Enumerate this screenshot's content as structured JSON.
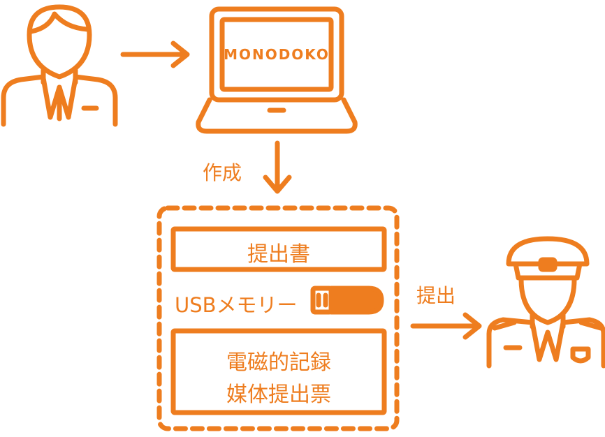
{
  "colors": {
    "accent": "#ee7d1f",
    "background": "#ffffff"
  },
  "icons": {
    "person": "businessman-icon",
    "laptop": "laptop-icon",
    "officer": "customs-officer-icon",
    "usb": "usb-memory-icon"
  },
  "laptop": {
    "brand": "MONODOKO"
  },
  "labels": {
    "create": "作成",
    "submit": "提出"
  },
  "package": {
    "document_top": "提出書",
    "usb": "USBメモリー",
    "document_bottom_line1": "電磁的記録",
    "document_bottom_line2": "媒体提出票"
  }
}
